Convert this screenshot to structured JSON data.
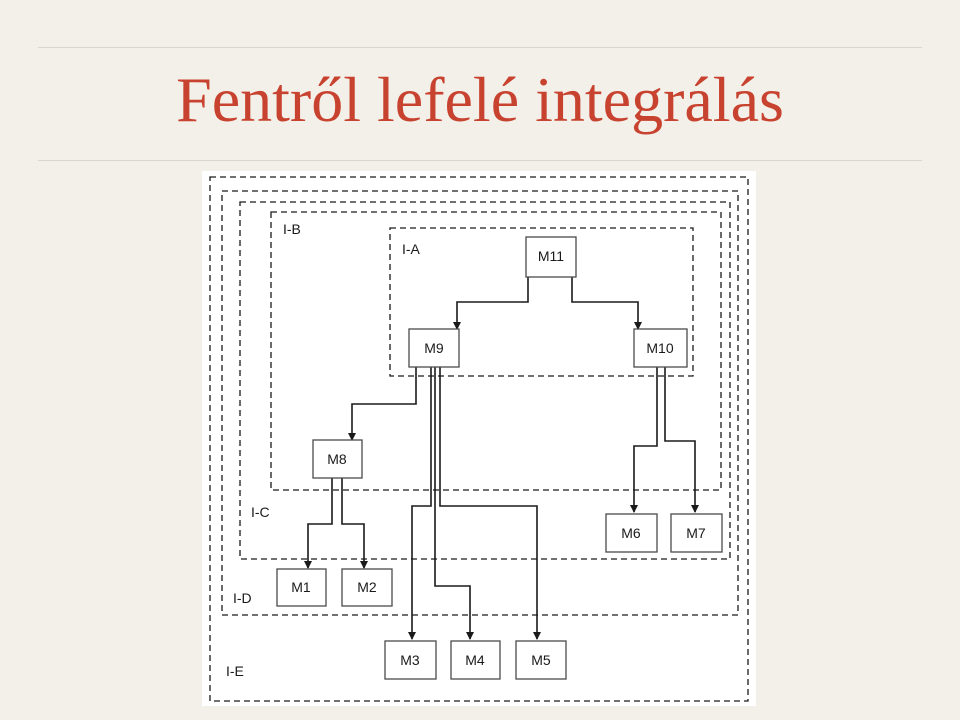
{
  "slide": {
    "title": "Fentről lefelé integrálás"
  },
  "diagram": {
    "groups": [
      {
        "id": "IA",
        "label": "I-A"
      },
      {
        "id": "IB",
        "label": "I-B"
      },
      {
        "id": "IC",
        "label": "I-C"
      },
      {
        "id": "ID",
        "label": "I-D"
      },
      {
        "id": "IE",
        "label": "I-E"
      }
    ],
    "modules": [
      {
        "id": "M11",
        "label": "M11"
      },
      {
        "id": "M9",
        "label": "M9"
      },
      {
        "id": "M10",
        "label": "M10"
      },
      {
        "id": "M8",
        "label": "M8"
      },
      {
        "id": "M6",
        "label": "M6"
      },
      {
        "id": "M7",
        "label": "M7"
      },
      {
        "id": "M1",
        "label": "M1"
      },
      {
        "id": "M2",
        "label": "M2"
      },
      {
        "id": "M3",
        "label": "M3"
      },
      {
        "id": "M4",
        "label": "M4"
      },
      {
        "id": "M5",
        "label": "M5"
      }
    ]
  },
  "colors": {
    "title": "#c8432f",
    "background": "#f3efe9",
    "stroke": "#1a1a1a"
  }
}
